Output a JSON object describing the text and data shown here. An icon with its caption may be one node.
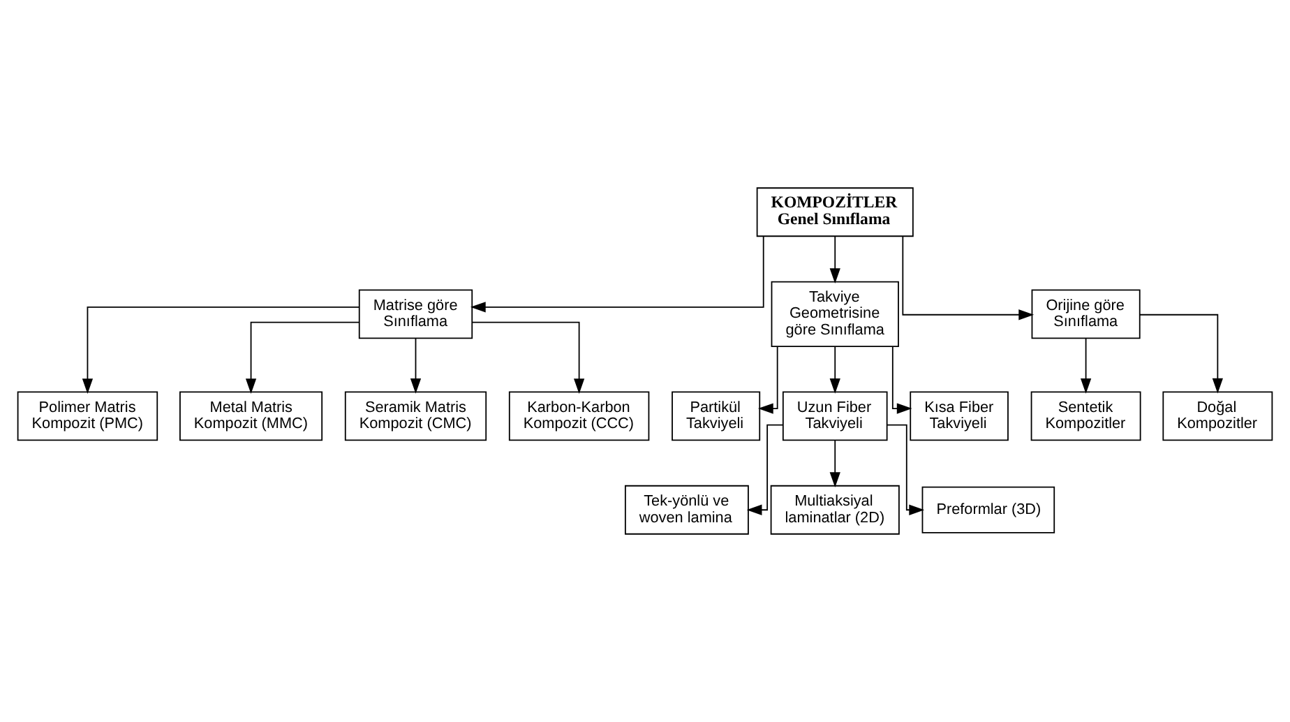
{
  "diagram": {
    "nodes": [
      {
        "text": [
          "KOMPOZİTLER",
          "Genel Sınıflama"
        ]
      },
      {
        "text": [
          "Matrise göre Sınıflama"
        ]
      },
      {
        "text": [
          "Takviye Geometrisine göre Sınıflama"
        ]
      },
      {
        "text": [
          "Orijine göre Sınıflama"
        ]
      },
      {
        "text": [
          "Polimer Matris Kompozit (PMC)"
        ]
      },
      {
        "text": [
          "Metal Matris Kompozit (MMC)"
        ]
      },
      {
        "text": [
          "Seramik Matris Kompozit (CMC)"
        ]
      },
      {
        "text": [
          "Karbon-Karbon Kompozit (CCC)"
        ]
      },
      {
        "text": [
          "Partikül Takviyeli"
        ]
      },
      {
        "text": [
          "Uzun Fiber Takviyeli"
        ]
      },
      {
        "text": [
          "Kısa Fiber Takviyeli"
        ]
      },
      {
        "text": [
          "Sentetik Kompozitler"
        ]
      },
      {
        "text": [
          "Doğal Kompozitler"
        ]
      },
      {
        "text": [
          "Tek-yönlü ve woven lamina"
        ]
      },
      {
        "text": [
          "Multiaksiyal laminatlar (2D)"
        ]
      },
      {
        "text": [
          "Preformlar (3D)"
        ]
      }
    ],
    "edges": [
      {
        "from": 0,
        "to": 1,
        "arrow": "to"
      },
      {
        "from": 0,
        "to": 2,
        "arrow": "to"
      },
      {
        "from": 0,
        "to": 3,
        "arrow": "to"
      },
      {
        "from": 1,
        "to": 4,
        "arrow": "to"
      },
      {
        "from": 1,
        "to": 5,
        "arrow": "to"
      },
      {
        "from": 1,
        "to": 6,
        "arrow": "to"
      },
      {
        "from": 1,
        "to": 7,
        "arrow": "to"
      },
      {
        "from": 2,
        "to": 8,
        "arrow": "to"
      },
      {
        "from": 2,
        "to": 9,
        "arrow": "to"
      },
      {
        "from": 2,
        "to": 10,
        "arrow": "to"
      },
      {
        "from": 3,
        "to": 11,
        "arrow": "to"
      },
      {
        "from": 3,
        "to": 12,
        "arrow": "to"
      },
      {
        "from": 9,
        "to": 13,
        "arrow": "to"
      },
      {
        "from": 9,
        "to": 14,
        "arrow": "to"
      },
      {
        "from": 9,
        "to": 15,
        "arrow": "to"
      }
    ]
  }
}
